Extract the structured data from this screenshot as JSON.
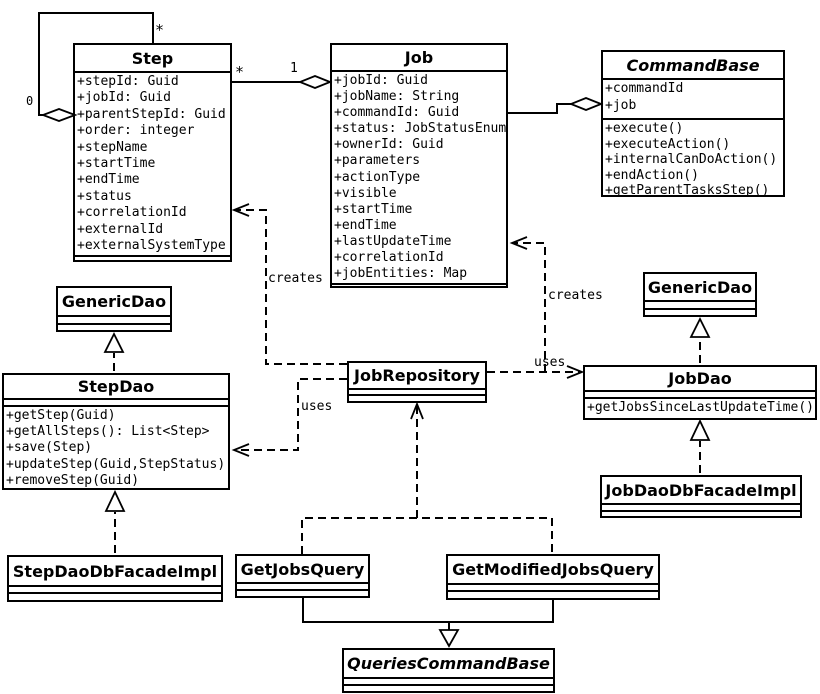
{
  "classes": {
    "step": {
      "name": "Step",
      "attributes": [
        "+stepId: Guid",
        "+jobId: Guid",
        "+parentStepId: Guid",
        "+order: integer",
        "+stepName",
        "+startTime",
        "+endTime",
        "+status",
        "+correlationId",
        "+externalId",
        "+externalSystemType"
      ]
    },
    "job": {
      "name": "Job",
      "attributes": [
        "+jobId: Guid",
        "+jobName: String",
        "+commandId: Guid",
        "+status: JobStatusEnum",
        "+ownerId: Guid",
        "+parameters",
        "+actionType",
        "+visible",
        "+startTime",
        "+endTime",
        "+lastUpdateTime",
        "+correlationId",
        "+jobEntities: Map"
      ]
    },
    "command_base": {
      "name": "CommandBase",
      "attributes": [
        "+commandId",
        "+job"
      ],
      "methods": [
        "+execute()",
        "+executeAction()",
        "+internalCanDoAction()",
        "+endAction()",
        "+getParentTasksStep()"
      ]
    },
    "generic_dao_left": {
      "name": "GenericDao"
    },
    "step_dao": {
      "name": "StepDao",
      "methods": [
        "+getStep(Guid)",
        "+getAllSteps(): List<Step>",
        "+save(Step)",
        "+updateStep(Guid,StepStatus)",
        "+removeStep(Guid)"
      ]
    },
    "step_dao_db_facade_impl": {
      "name": "StepDaoDbFacadeImpl"
    },
    "job_repository": {
      "name": "JobRepository"
    },
    "generic_dao_right": {
      "name": "GenericDao"
    },
    "job_dao": {
      "name": "JobDao",
      "methods": [
        "+getJobsSinceLastUpdateTime()"
      ]
    },
    "job_dao_db_facade_impl": {
      "name": "JobDaoDbFacadeImpl"
    },
    "get_jobs_query": {
      "name": "GetJobsQuery"
    },
    "get_modified_jobs_query": {
      "name": "GetModifiedJobsQuery"
    },
    "queries_command_base": {
      "name": "QueriesCommandBase"
    }
  },
  "edge_labels": {
    "self_star": "*",
    "self_zero": "0",
    "assoc_star": "*",
    "assoc_one": "1",
    "creates_step": "creates",
    "creates_job": "creates",
    "uses_step_dao": "uses",
    "uses_job_dao": "uses"
  },
  "colors": {
    "line": "#000000",
    "background": "#ffffff"
  }
}
